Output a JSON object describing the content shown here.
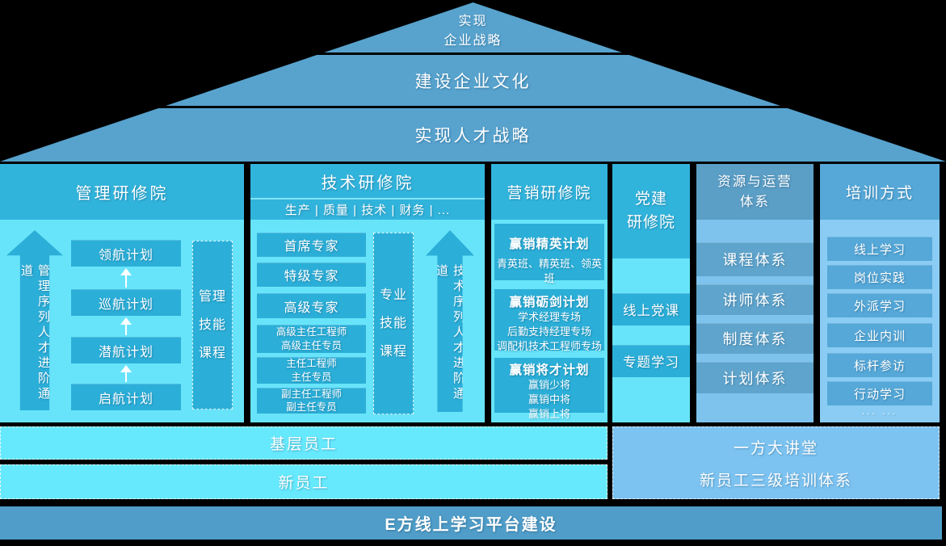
{
  "colors": {
    "background": "#000000",
    "pyramid": "#57a3ce",
    "header_cyan": "#31b4dc",
    "body_cyan": "#68e4fa",
    "box_blue": "#2bafd8",
    "resources_header": "#5b9ec6",
    "resources_body": "#7ec3ee",
    "resources_box": "#5fa4cc",
    "methods_header": "#55a8d8",
    "methods_body": "#8accf3",
    "methods_box": "#55a8d8",
    "bottom_row": "#67e9fd",
    "right_box": "#7cc3f1",
    "platform_bar": "#4f9dc8",
    "text": "#ffffff"
  },
  "pyramid": {
    "levels": [
      {
        "label": "实现\n企业战略"
      },
      {
        "label": "建设企业文化"
      },
      {
        "label": "实现人才战略"
      }
    ]
  },
  "columns": {
    "management": {
      "title": "管理研修院",
      "arrow_label": "管理序列人才进阶通道",
      "plans": [
        "领航计划",
        "巡航计划",
        "潜航计划",
        "启航计划"
      ],
      "side_box": "管理\n技能\n课程"
    },
    "tech": {
      "title": "技术研修院",
      "subtitle": "生产 | 质量 | 技术 | 财务 | ...",
      "levels": [
        "首席专家",
        "特级专家",
        "高级专家",
        "高级主任工程师\n高级主任专员",
        "主任工程师\n主任专员",
        "副主任工程师\n副主任专员"
      ],
      "side_box": "专业\n技能\n课程",
      "arrow_label": "技术序列人才进阶通道"
    },
    "marketing": {
      "title": "营销研修院",
      "sections": [
        {
          "title": "赢销精英计划",
          "lines": [
            "青英班、精英班、领英班"
          ]
        },
        {
          "title": "赢销砺剑计划",
          "lines": [
            "学术经理专场",
            "后勤支持经理专场",
            "调配机技术工程师专场"
          ]
        },
        {
          "title": "赢销将才计划",
          "lines": [
            "赢销少将",
            "赢销中将",
            "赢销上将"
          ]
        }
      ]
    },
    "party": {
      "title": "党建\n研修院",
      "items": [
        "线上党课",
        "专题学习"
      ]
    },
    "resources": {
      "title": "资源与运营\n体系",
      "items": [
        "课程体系",
        "讲师体系",
        "制度体系",
        "计划体系"
      ]
    },
    "methods": {
      "title": "培训方式",
      "items": [
        "线上学习",
        "岗位实践",
        "外派学习",
        "企业内训",
        "标杆参访",
        "行动学习"
      ],
      "more": "... ..."
    }
  },
  "bottom": {
    "grassroots": "基层员工",
    "new_staff": "新员工",
    "right_box": [
      "一方大讲堂",
      "新员工三级培训体系"
    ],
    "platform": "E方线上学习平台建设"
  }
}
